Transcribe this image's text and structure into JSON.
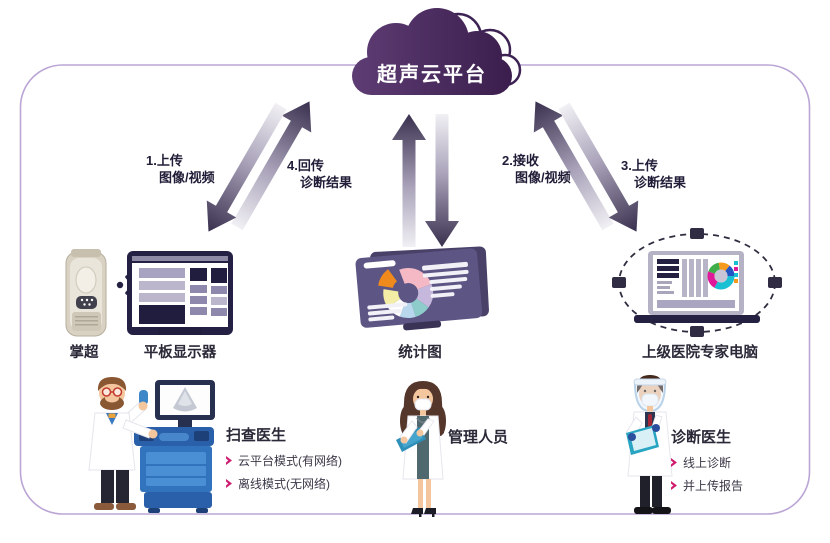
{
  "cloud": {
    "label": "超声云平台"
  },
  "flows": [
    {
      "step": "1.上传",
      "detail": "图像/视频"
    },
    {
      "step": "4.回传",
      "detail": "诊断结果"
    },
    {
      "step": "2.接收",
      "detail": "图像/视频"
    },
    {
      "step": "3.上传",
      "detail": "诊断结果"
    }
  ],
  "devices": [
    {
      "label": "掌超"
    },
    {
      "label": "平板显示器"
    },
    {
      "label": "统计图"
    },
    {
      "label": "上级医院专家电脑"
    }
  ],
  "roles": [
    {
      "title": "扫查医生",
      "bullets": [
        "云平台模式(有网络)",
        "离线模式(无网络)"
      ]
    },
    {
      "title": "管理人员",
      "bullets": []
    },
    {
      "title": "诊断医生",
      "bullets": [
        "线上诊断",
        "并上传报告"
      ]
    }
  ],
  "colors": {
    "frame_border": "#baa5d5",
    "cloud_purple_light": "#5e3d74",
    "cloud_purple_dark": "#3a1d4c",
    "arrow_dark": "#39304e",
    "device_navy": "#232041",
    "machine_blue": "#3273bd",
    "bullet_accent": "#cf1c6e",
    "text_dark": "#2b2837"
  }
}
